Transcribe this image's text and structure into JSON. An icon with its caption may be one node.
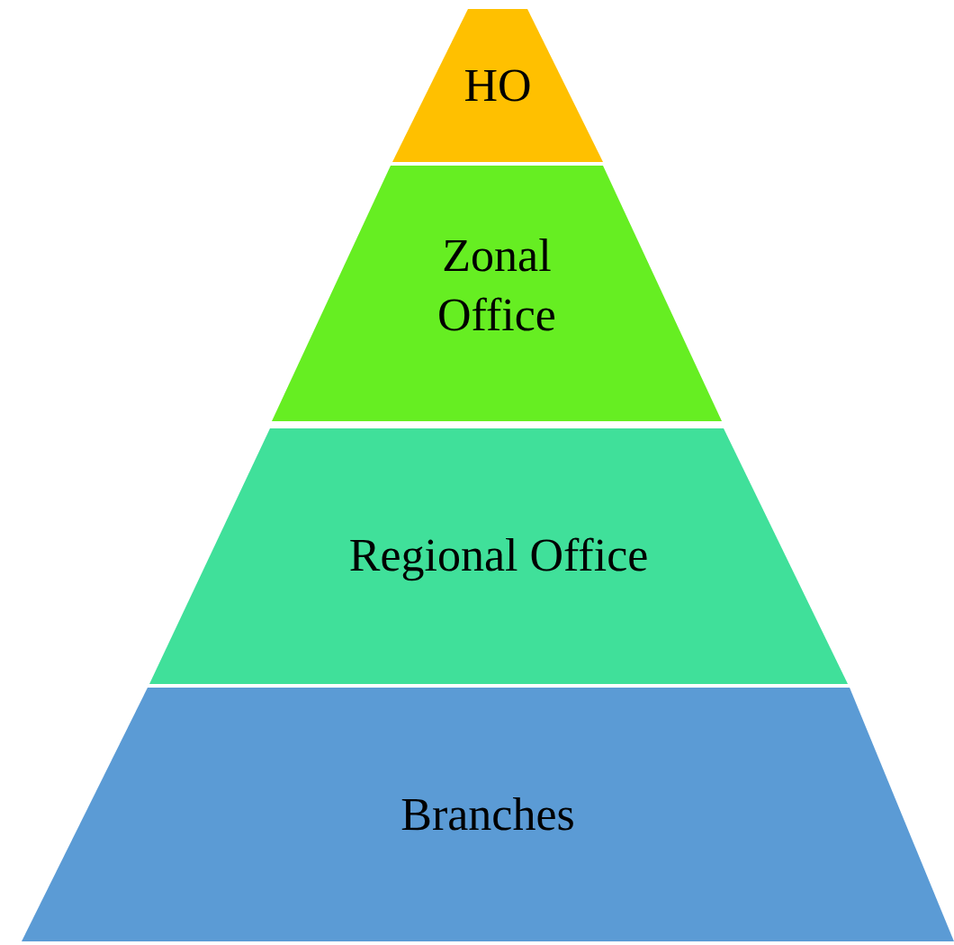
{
  "diagram": {
    "nodes": [
      {
        "text": [
          "HO"
        ]
      },
      {
        "text": [
          "Zonal Office"
        ]
      },
      {
        "text": [
          "Regional Office"
        ]
      },
      {
        "text": [
          "Branches"
        ]
      }
    ]
  }
}
